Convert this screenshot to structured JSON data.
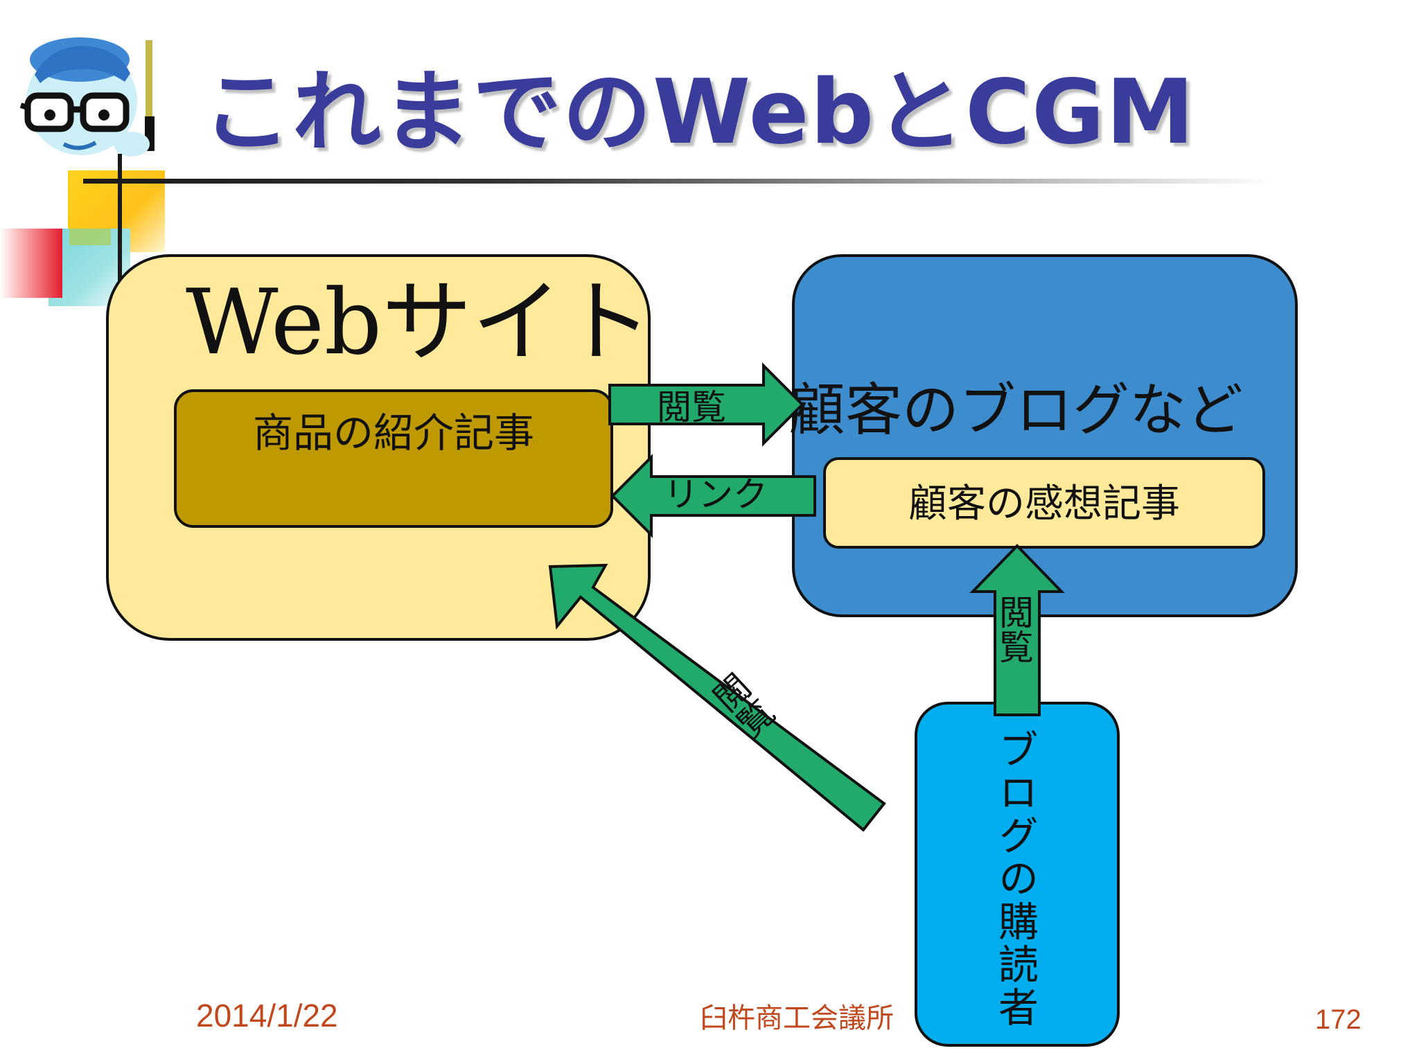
{
  "slide": {
    "title": "これまでのWebとCGM"
  },
  "diagram": {
    "website": {
      "label": "Webサイト",
      "article_label": "商品の紹介記事",
      "fill": "#ffe99a",
      "article_fill": "#bf9900"
    },
    "blog": {
      "label": "顧客のブログなど",
      "article_label": "顧客の感想記事",
      "fill": "#3d8ccd",
      "article_fill": "#ffe99a"
    },
    "reader": {
      "label": "ブログの購読者",
      "fill": "#00aeef"
    },
    "edges": {
      "view_top": "閲覧",
      "link": "リンク",
      "view_up": "閲覧",
      "view_diag": "閲覧",
      "arrow_fill": "#22aa6c"
    }
  },
  "footer": {
    "date": "2014/1/22",
    "organization": "臼杵商工会議所",
    "page_number": "172"
  },
  "decor": {
    "title_color": "#3a3c9c",
    "footer_color": "#c0481c",
    "mascot_icon": "glasses-man-icon"
  }
}
